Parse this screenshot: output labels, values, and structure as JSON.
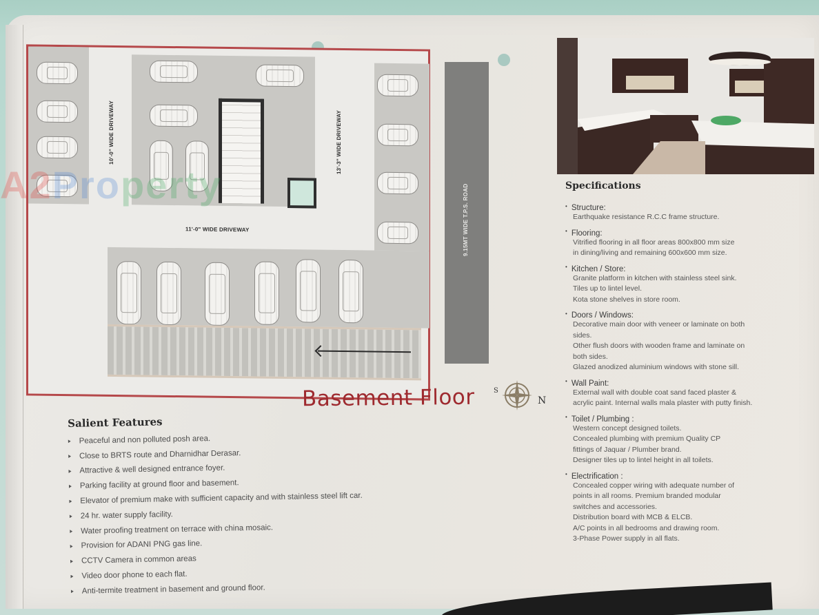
{
  "watermark": {
    "part1": "A",
    "part2": "2",
    "part3": "Pro",
    "part4": "perty"
  },
  "floor_plan": {
    "title": "Basement Floor",
    "compass": {
      "left": "S",
      "right": "N"
    },
    "labels": {
      "driveway_left": "10'-0\" WIDE DRIVEWAY",
      "driveway_right": "13'-3\" WIDE DRIVEWAY",
      "driveway_bottom": "11'-0\" WIDE DRIVEWAY",
      "road": "9.15MT WIDE T.P.S. ROAD"
    },
    "colors": {
      "border": "#b5484a",
      "title": "#9e2a2f",
      "road": "#7f7f7d"
    }
  },
  "salient_features": {
    "title": "Salient Features",
    "items": [
      "Peaceful and non polluted posh area.",
      "Close to BRTS route and Dharnidhar Derasar.",
      "Attractive & well designed entrance foyer.",
      "Parking facility at ground floor and basement.",
      "Elevator of premium make with sufficient capacity and with stainless steel lift car.",
      "24 hr. water supply  facility.",
      "Water proofing treatment on terrace with china mosaic.",
      "Provision for ADANI PNG gas line.",
      "CCTV Camera in common areas",
      "Video door phone to each flat.",
      "Anti-termite treatment  in basement and ground floor."
    ]
  },
  "specifications": {
    "title": "Specifications",
    "items": [
      {
        "heading": "Structure:",
        "lines": [
          "Earthquake resistance R.C.C frame structure."
        ]
      },
      {
        "heading": "Flooring:",
        "lines": [
          "Vitrified flooring in all floor areas 800x800 mm size",
          "in dining/living and remaining  600x600 mm size."
        ]
      },
      {
        "heading": "Kitchen / Store:",
        "lines": [
          "Granite platform in kitchen with stainless steel sink.",
          "Tiles up to lintel level.",
          "Kota stone shelves in store room."
        ]
      },
      {
        "heading": "Doors / Windows:",
        "lines": [
          "Decorative main door with veneer or laminate on both",
          "sides.",
          "Other flush doors with wooden frame and laminate on",
          "both sides.",
          "Glazed anodized aluminium windows with stone sill."
        ]
      },
      {
        "heading": "Wall Paint:",
        "lines": [
          "External wall with  double coat sand faced plaster &",
          "acrylic paint. Internal walls mala plaster with putty finish."
        ]
      },
      {
        "heading": "Toilet / Plumbing :",
        "lines": [
          "Western concept designed toilets.",
          "Concealed plumbing with premium Quality CP",
          "fittings of Jaquar / Plumber brand.",
          "Designer tiles up to lintel height in all toilets."
        ]
      },
      {
        "heading": "Electrification :",
        "lines": [
          "Concealed copper wiring with adequate number of",
          "points in all rooms. Premium branded modular",
          "switches and accessories.",
          "Distribution board with MCB & ELCB.",
          "A/C points in all bedrooms and drawing room.",
          "3-Phase Power supply in all flats."
        ]
      }
    ]
  },
  "kitchen_photo": {
    "icon": "kitchen-photo"
  }
}
